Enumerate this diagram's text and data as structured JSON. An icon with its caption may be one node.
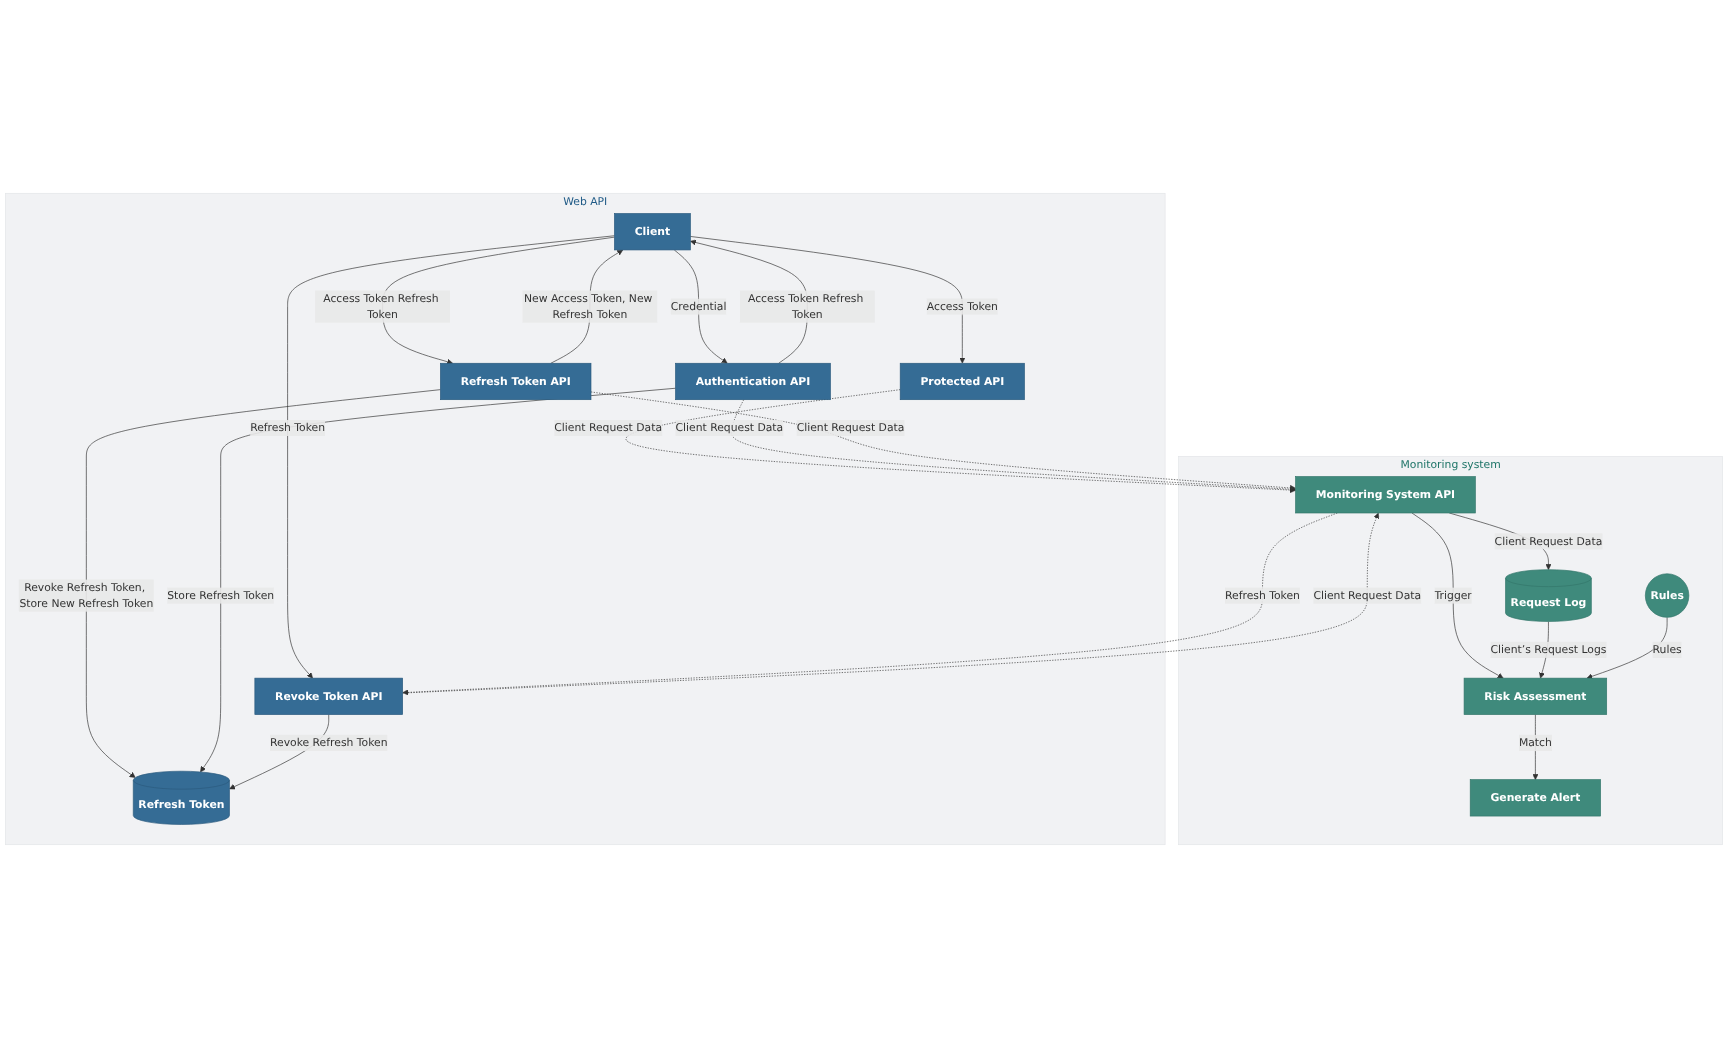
{
  "diagram": {
    "nodes": [
      {
        "text": [
          "Web API"
        ]
      },
      {
        "text": [
          "Client"
        ],
        "in": 0
      },
      {
        "text": [
          "Refresh Token API"
        ],
        "in": 0
      },
      {
        "text": [
          "Protected API"
        ],
        "in": 0
      },
      {
        "text": [
          "Revoke Token API"
        ],
        "in": 0
      },
      {
        "text": [
          "Authentication API"
        ],
        "in": 0
      },
      {
        "text": [
          "Refresh Token"
        ],
        "in": 0
      },
      {
        "text": [
          "Monitoring system"
        ]
      },
      {
        "text": [
          "Monitoring System API"
        ],
        "in": 7
      },
      {
        "text": [
          "Generate Alert"
        ],
        "in": 7
      },
      {
        "text": [
          "Risk Assessment"
        ],
        "in": 7
      },
      {
        "text": [
          "Request Log"
        ],
        "in": 7
      },
      {
        "text": [
          "Rules"
        ],
        "in": 7
      }
    ],
    "edges": [
      {
        "from": 1,
        "to": 2,
        "arrow": "to",
        "label": "Access Token Refresh Token"
      },
      {
        "from": 2,
        "to": 1,
        "arrow": "to",
        "label": "New Access Token, New Refresh Token"
      },
      {
        "from": 1,
        "to": 3,
        "arrow": "to",
        "label": "Access Token"
      },
      {
        "from": 1,
        "to": 4,
        "arrow": "to",
        "label": "Refresh Token"
      },
      {
        "from": 1,
        "to": 5,
        "arrow": "to",
        "label": "Credential"
      },
      {
        "from": 5,
        "to": 1,
        "arrow": "to",
        "label": "Access Token Refresh Token"
      },
      {
        "from": 2,
        "to": 6,
        "arrow": "to",
        "label": "Revoke Refresh Token, Store New Refresh Token"
      },
      {
        "from": 5,
        "to": 6,
        "arrow": "to",
        "label": "Store Refresh Token"
      },
      {
        "from": 4,
        "to": 6,
        "arrow": "to",
        "label": "Revoke Refresh Token"
      },
      {
        "from": 3,
        "to": 8,
        "arrow": "to",
        "label": "Client Request Data",
        "style": "dashed"
      },
      {
        "from": 4,
        "to": 8,
        "arrow": "to",
        "label": "Client Request Data",
        "style": "dashed"
      },
      {
        "from": 8,
        "to": 4,
        "arrow": "to",
        "label": "Refresh Token",
        "style": "dashed"
      },
      {
        "from": 5,
        "to": 8,
        "arrow": "to",
        "label": "Client Request Data",
        "style": "dashed"
      },
      {
        "from": 2,
        "to": 8,
        "arrow": "to",
        "label": "Client Request Data",
        "style": "dashed"
      },
      {
        "from": 8,
        "to": 10,
        "arrow": "to",
        "label": "Trigger"
      },
      {
        "from": 8,
        "to": 11,
        "arrow": "to",
        "label": "Client Request Data"
      },
      {
        "from": 11,
        "to": 10,
        "arrow": "to",
        "label": "Client’s Request Logs"
      },
      {
        "from": 10,
        "to": 9,
        "arrow": "to",
        "label": "Match"
      },
      {
        "from": 12,
        "to": 10,
        "arrow": "to",
        "label": "Rules"
      }
    ]
  }
}
